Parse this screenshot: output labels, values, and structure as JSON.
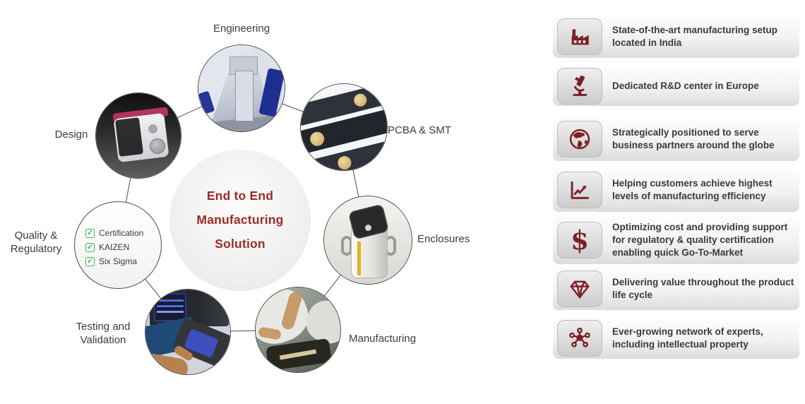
{
  "colors": {
    "maroon": "#7a2025",
    "title_red": "#9e2a25",
    "text_dark": "#3a3a3a",
    "check_green": "#45b14c"
  },
  "diagram": {
    "center": {
      "line1": "End to End",
      "line2": "Manufacturing",
      "line3": "Solution"
    },
    "labels": {
      "engineering": "Engineering",
      "pcba": "PCBA & SMT",
      "enclosures": "Enclosures",
      "manufacturing": "Manufacturing",
      "testing_line1": "Testing and",
      "testing_line2": "Validation",
      "quality_line1": "Quality &",
      "quality_line2": "Regulatory",
      "design": "Design"
    },
    "quality_checklist": [
      "Certification",
      "KAIZEN",
      "Six Sigma"
    ]
  },
  "icons": {
    "check_glyph": "✓",
    "dollar_glyph": "$"
  },
  "features": [
    {
      "icon": "factory-icon",
      "text": "State-of-the-art manufacturing setup located in India"
    },
    {
      "icon": "microscope-icon",
      "text": "Dedicated R&D center in Europe"
    },
    {
      "icon": "globe-icon",
      "text": "Strategically positioned to serve business partners around the globe"
    },
    {
      "icon": "growth-chart-icon",
      "text": "Helping customers achieve highest levels of manufacturing efficiency"
    },
    {
      "icon": "dollar-icon",
      "text": "Optimizing cost and providing support for regulatory & quality certification enabling quick Go-To-Market"
    },
    {
      "icon": "diamond-icon",
      "text": "Delivering value throughout the product life cycle"
    },
    {
      "icon": "network-icon",
      "text": "Ever-growing network of experts, including intellectual property"
    }
  ]
}
